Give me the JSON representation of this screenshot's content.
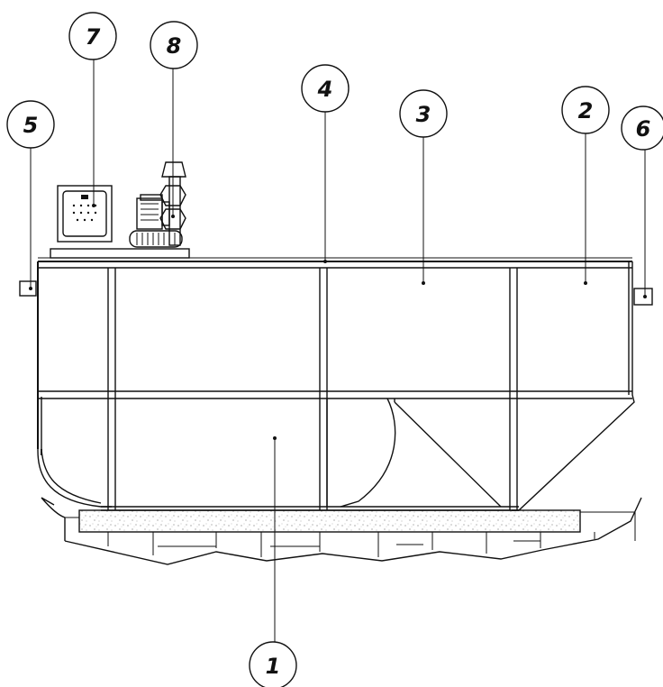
{
  "callouts": [
    {
      "id": "1",
      "label": "1"
    },
    {
      "id": "2",
      "label": "2"
    },
    {
      "id": "3",
      "label": "3"
    },
    {
      "id": "4",
      "label": "4"
    },
    {
      "id": "5",
      "label": "5"
    },
    {
      "id": "6",
      "label": "6"
    },
    {
      "id": "7",
      "label": "7"
    },
    {
      "id": "8",
      "label": "8"
    }
  ],
  "colors": {
    "line": "#111111",
    "background": "#ffffff"
  }
}
